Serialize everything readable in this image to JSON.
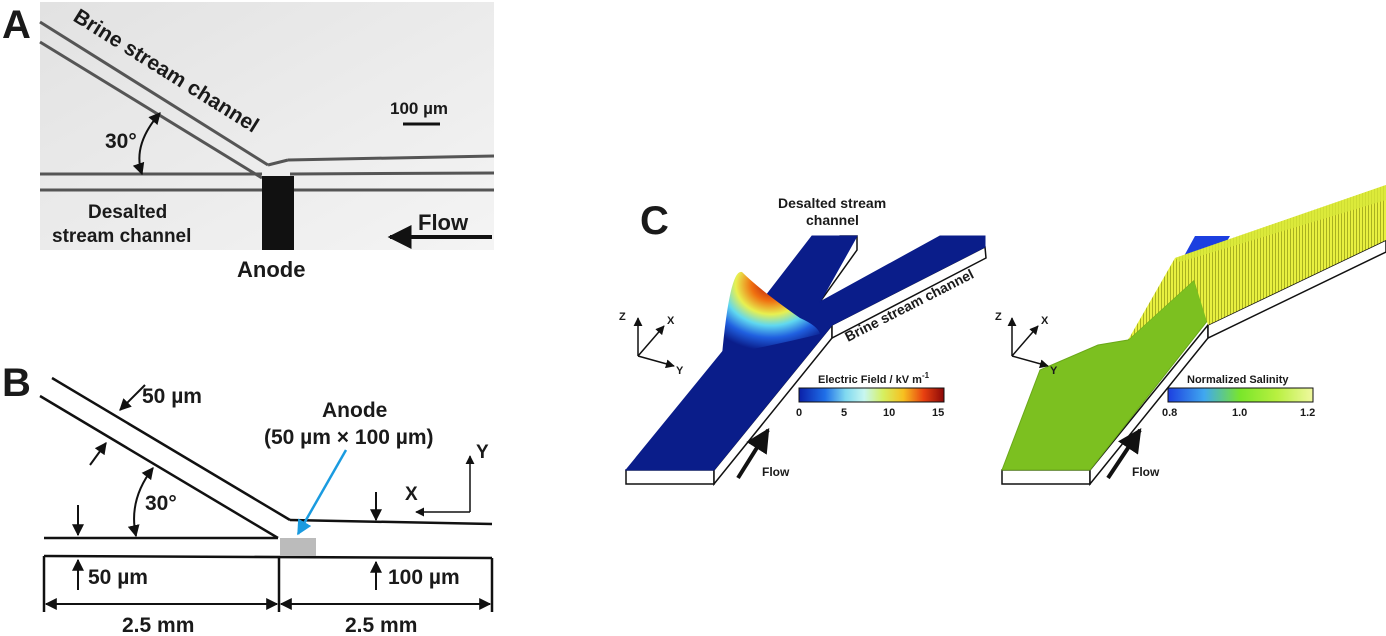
{
  "panelA": {
    "letter": "A",
    "brine_label": "Brine stream channel",
    "angle_label": "30°",
    "scale_label": "100 µm",
    "desalted_line1": "Desalted",
    "desalted_line2": "stream channel",
    "flow_label": "Flow",
    "anode_label": "Anode"
  },
  "panelB": {
    "letter": "B",
    "width_brine": "50 µm",
    "angle_label": "30°",
    "anode_title": "Anode",
    "anode_dims": "(50 µm × 100 µm)",
    "width_desalted": "50 µm",
    "width_main": "100 µm",
    "length_left": "2.5 mm",
    "length_right": "2.5 mm",
    "axis_x": "X",
    "axis_y": "Y"
  },
  "panelC": {
    "letter": "C",
    "desalted_line1": "Desalted stream",
    "desalted_line2": "channel",
    "brine_label": "Brine stream channel",
    "axis_z": "Z",
    "axis_x": "X",
    "axis_y": "Y",
    "flow_left": "Flow",
    "flow_right": "Flow",
    "ef_title": "Electric Field / kV m",
    "ef_sup": "-1",
    "ef_ticks": [
      "0",
      "5",
      "10",
      "15"
    ],
    "sal_title": "Normalized Salinity",
    "sal_ticks": [
      "0.8",
      "1.0",
      "1.2"
    ]
  }
}
